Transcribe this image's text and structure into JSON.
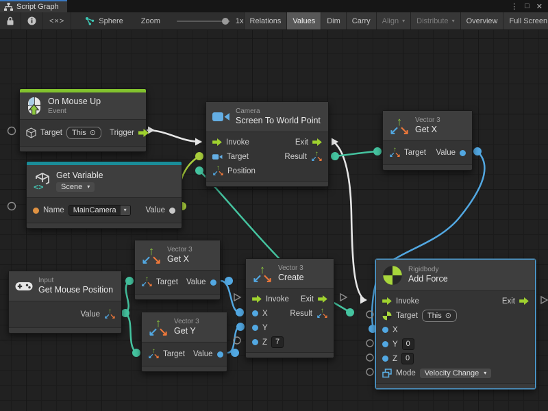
{
  "tab": {
    "title": "Script Graph"
  },
  "window_controls": {
    "menu": "⋮",
    "maximize": "□",
    "close": "✕"
  },
  "toolbar": {
    "code_glyph": "<×>",
    "graph_target": "Sphere",
    "zoom_label": "Zoom",
    "zoom_value": "1x",
    "relations": "Relations",
    "values": "Values",
    "dim": "Dim",
    "carry": "Carry",
    "align": "Align",
    "distribute": "Distribute",
    "overview": "Overview",
    "full_screen": "Full Screen"
  },
  "ui": {
    "caret": "▾",
    "target_glyph": "⊙"
  },
  "nodes": {
    "on_mouse_up": {
      "title": "On Mouse Up",
      "subtitle": "Event",
      "target_label": "Target",
      "target_value": "This",
      "trigger_label": "Trigger"
    },
    "get_variable": {
      "title": "Get Variable",
      "scope": "Scene",
      "name_label": "Name",
      "name_value": "MainCamera",
      "value_label": "Value"
    },
    "camera": {
      "category": "Camera",
      "title": "Screen To World Point",
      "invoke_label": "Invoke",
      "target_label": "Target",
      "position_label": "Position",
      "exit_label": "Exit",
      "result_label": "Result"
    },
    "get_x_top": {
      "category": "Vector 3",
      "title": "Get X",
      "target_label": "Target",
      "value_label": "Value"
    },
    "get_mouse_position": {
      "category": "Input",
      "title": "Get Mouse Position",
      "value_label": "Value"
    },
    "get_x_mid": {
      "category": "Vector 3",
      "title": "Get X",
      "target_label": "Target",
      "value_label": "Value"
    },
    "get_y_mid": {
      "category": "Vector 3",
      "title": "Get Y",
      "target_label": "Target",
      "value_label": "Value"
    },
    "create": {
      "category": "Vector 3",
      "title": "Create",
      "invoke_label": "Invoke",
      "exit_label": "Exit",
      "result_label": "Result",
      "x_label": "X",
      "y_label": "Y",
      "z_label": "Z",
      "z_value": "7"
    },
    "add_force": {
      "category": "Rigidbody",
      "title": "Add Force",
      "invoke_label": "Invoke",
      "exit_label": "Exit",
      "target_label": "Target",
      "target_value": "This",
      "x_label": "X",
      "y_label": "Y",
      "y_value": "0",
      "z_label": "Z",
      "z_value": "0",
      "mode_label": "Mode",
      "mode_value": "Velocity Change"
    }
  },
  "colors": {
    "event_green": "#82C32E",
    "variable_teal": "#1A8D99",
    "selection_blue": "#4FA3DC",
    "wire_white": "#E6E6E6",
    "wire_lime": "#A9CE3C",
    "wire_teal": "#45C4A0",
    "wire_blue": "#52A8E2",
    "flow_arrow": "#9FD12F",
    "port_orange": "#E09242",
    "port_blue": "#52A8E2"
  }
}
